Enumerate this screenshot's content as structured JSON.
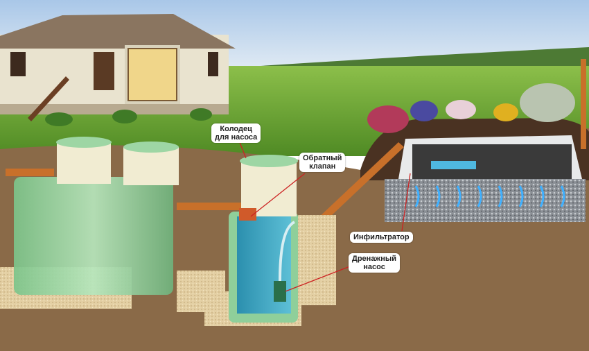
{
  "labels": {
    "well": "Колодец\nдля насоса",
    "well_line1": "Колодец",
    "well_line2": "для насоса",
    "valve_line1": "Обратный",
    "valve_line2": "клапан",
    "infiltrator": "Инфильтратор",
    "pump_line1": "Дренажный",
    "pump_line2": "насос"
  },
  "colors": {
    "leader_line": "#cc2222",
    "pipe": "#c8702a",
    "tank": "#8fcf9a",
    "soil": "#8a6a48",
    "grass": "#5f9a2e",
    "water": "#3fa7c0"
  }
}
